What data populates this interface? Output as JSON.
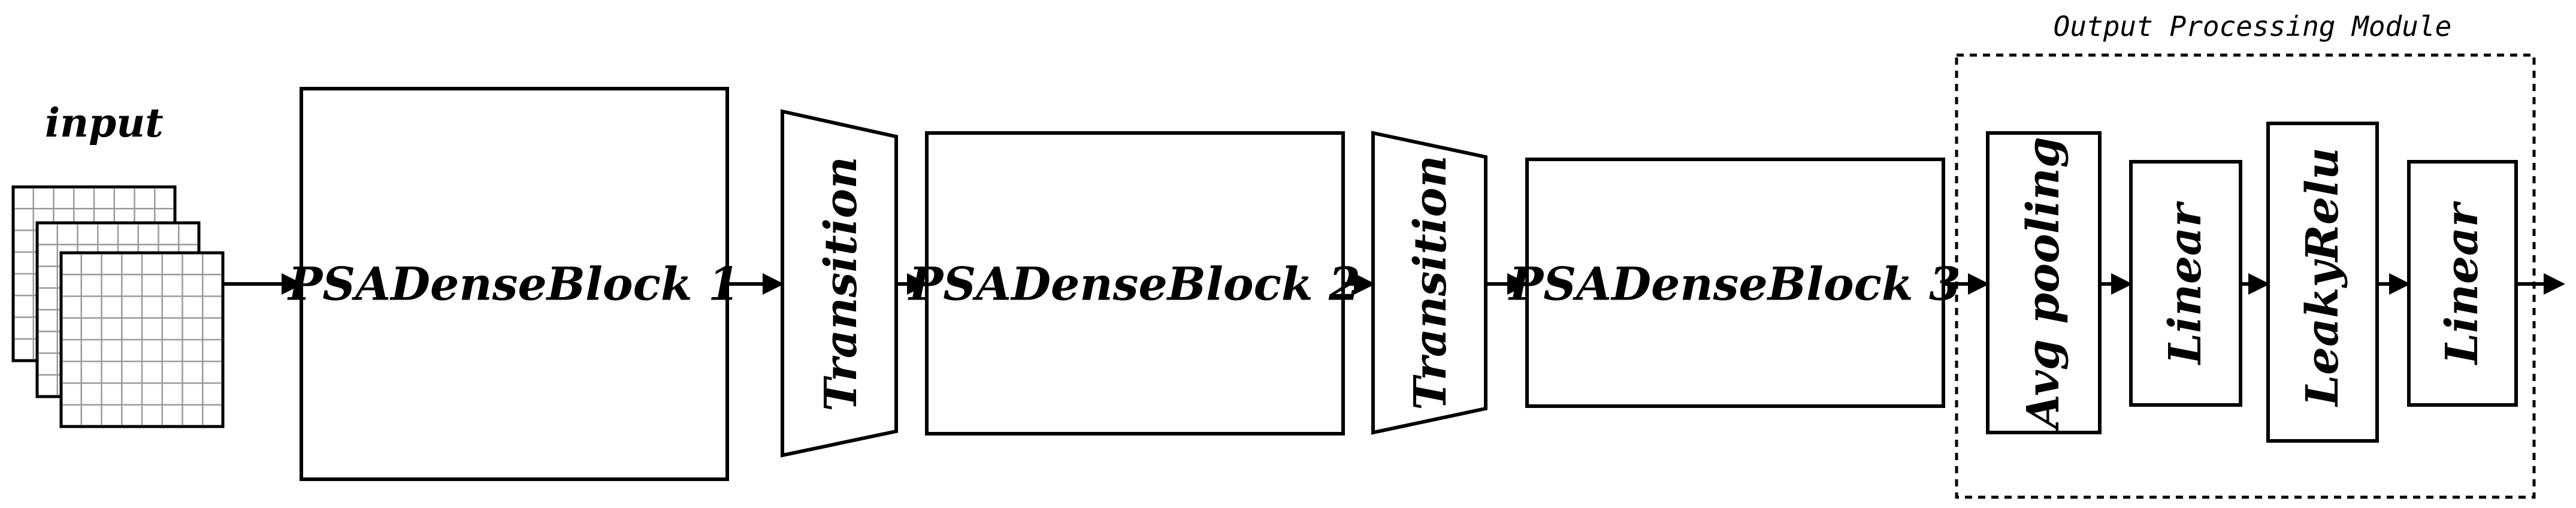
{
  "input": {
    "label": "input"
  },
  "blocks": {
    "dense1": "PSADenseBlock 1",
    "transition1": "Transition",
    "dense2": "PSADenseBlock 2",
    "transition2": "Transition",
    "dense3": "PSADenseBlock 3"
  },
  "output_module": {
    "title": "Output Processing Module",
    "layers": [
      "Avg pooling",
      "Linear",
      "LeakyRelu",
      "Linear"
    ]
  }
}
